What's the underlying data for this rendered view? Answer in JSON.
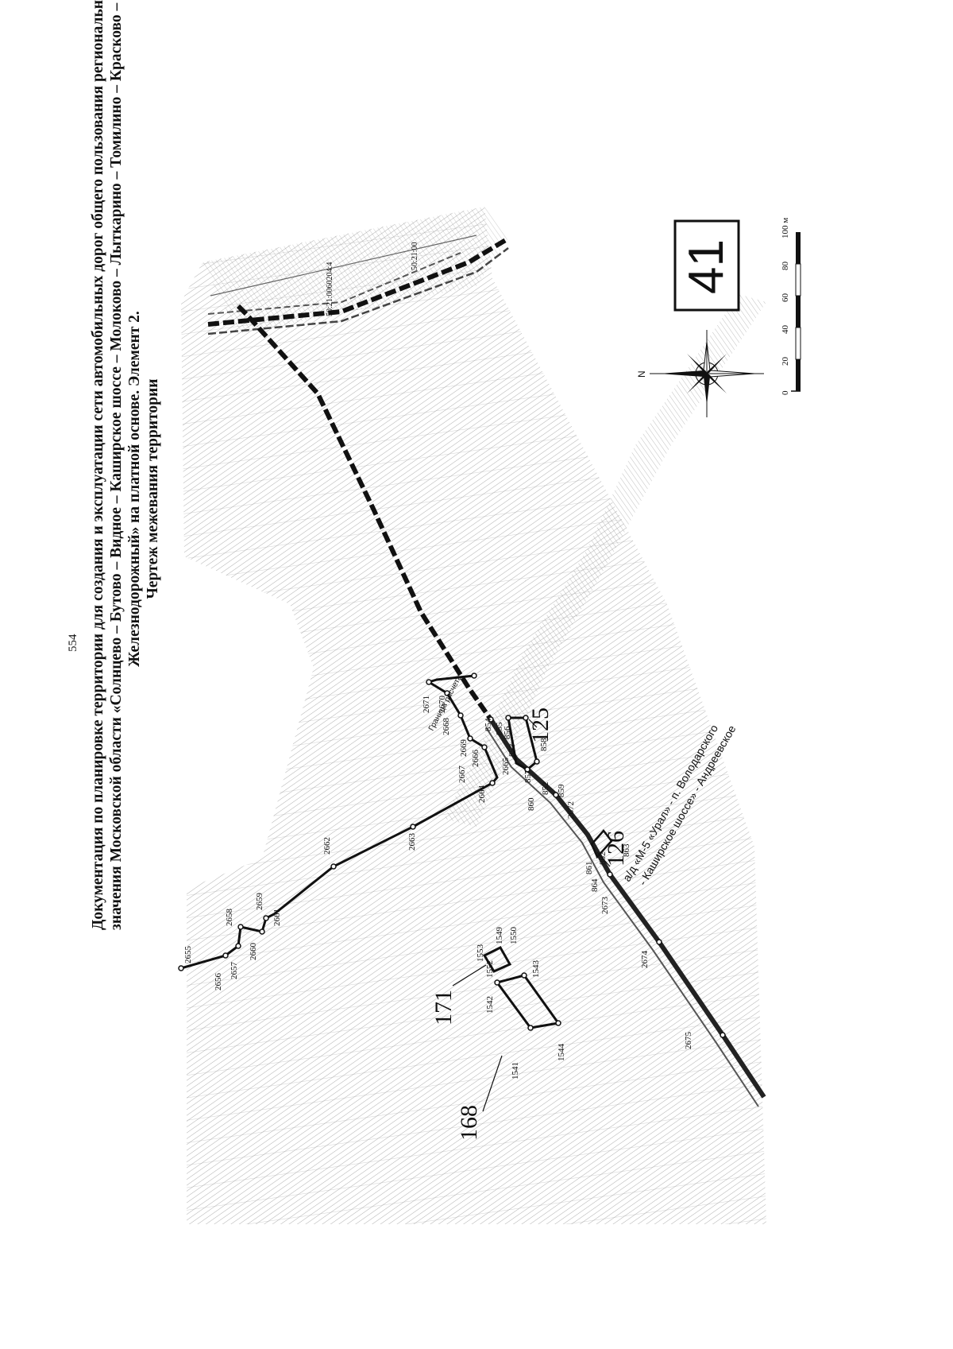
{
  "page": {
    "number": "554",
    "title_lines": [
      "Документация по планировке территории для создания и эксплуатации сети автомобильных дорог общего пользования регионального",
      "значения Московской области «Солнцево – Бутово – Видное – Каширское шоссе – Молоково – Лыткарино – Томилино – Красково –",
      "Железнодорожный» на платной основе. Элемент 2.",
      "Чертеж межевания территории"
    ]
  },
  "map": {
    "sheet_number": "41",
    "north_label": "N",
    "scale_labels": [
      "0",
      "20",
      "40",
      "60",
      "80",
      "100 м"
    ],
    "parcel_labels": [
      "125",
      "126",
      "168",
      "171"
    ],
    "boundary_caption": "Граница расчета",
    "road_label_lines": [
      "а/д «М-5 «Урал» - п. Володарского",
      "- Каширское шоссе» - Андреевское"
    ],
    "cadastral_labels": [
      "50:21:0060204:4",
      "50:21:00"
    ],
    "points": {
      "p2655": "2655",
      "p2656": "2656",
      "p2657": "2657",
      "p2658": "2658",
      "p2659": "2659",
      "p2660": "2660",
      "p2661": "2661",
      "p2662": "2662",
      "p2663": "2663",
      "p2664": "2664",
      "p2665": "2665",
      "p2666": "2666",
      "p2667": "2667",
      "p2668": "2668",
      "p2669": "2669",
      "p2670": "2670",
      "p2671": "2671",
      "p2672": "2672",
      "p2673": "2673",
      "p2674": "2674",
      "p2675": "2675",
      "p852": "852",
      "p853": "853",
      "p854": "854",
      "p855": "855",
      "p856": "856",
      "p857": "857",
      "p858": "858",
      "p859": "859",
      "p860": "860",
      "p861": "861",
      "p862": "862",
      "p863": "863",
      "p864": "864",
      "p1541": "1541",
      "p1542": "1542",
      "p1543": "1543",
      "p1544": "1544",
      "p1549": "1549",
      "p1550": "1550",
      "p1552": "1552",
      "p1553": "1553"
    }
  }
}
